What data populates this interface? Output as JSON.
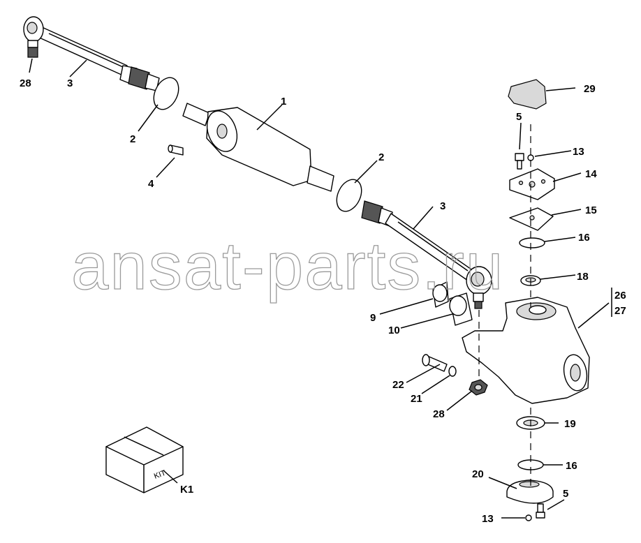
{
  "watermark": "ansat-parts.ru",
  "kit_box_text": "KIT",
  "callouts": {
    "c1": "1",
    "c2a": "2",
    "c2b": "2",
    "c3a": "3",
    "c3b": "3",
    "c4": "4",
    "c5a": "5",
    "c5b": "5",
    "c9": "9",
    "c10": "10",
    "c13a": "13",
    "c13b": "13",
    "c14": "14",
    "c15": "15",
    "c16a": "16",
    "c16b": "16",
    "c18": "18",
    "c19": "19",
    "c20": "20",
    "c21": "21",
    "c22": "22",
    "c26": "26",
    "c27": "27",
    "c28a": "28",
    "c28b": "28",
    "c29": "29",
    "cK1": "K1"
  }
}
